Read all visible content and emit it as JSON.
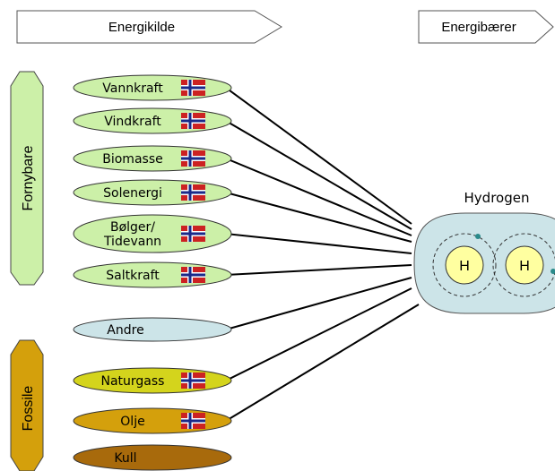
{
  "headers": {
    "left": "Energikilde",
    "right": "Energibærer"
  },
  "categories": [
    {
      "label": "Fornybare",
      "fill": "#ccf0a8"
    },
    {
      "label": "Fossile",
      "fill": "#d4a00c"
    }
  ],
  "sources": [
    {
      "lines": [
        "Vannkraft"
      ],
      "fill": "#ccf0a8",
      "flag": true,
      "connected": true
    },
    {
      "lines": [
        "Vindkraft"
      ],
      "fill": "#ccf0a8",
      "flag": true,
      "connected": true
    },
    {
      "lines": [
        "Biomasse"
      ],
      "fill": "#ccf0a8",
      "flag": true,
      "connected": true
    },
    {
      "lines": [
        "Solenergi"
      ],
      "fill": "#ccf0a8",
      "flag": true,
      "connected": true
    },
    {
      "lines": [
        "Bølger/",
        "Tidevann"
      ],
      "fill": "#ccf0a8",
      "flag": true,
      "connected": true
    },
    {
      "lines": [
        "Saltkraft"
      ],
      "fill": "#ccf0a8",
      "flag": true,
      "connected": true
    },
    {
      "lines": [
        "Andre"
      ],
      "fill": "#cce4e8",
      "flag": false,
      "connected": true
    },
    {
      "lines": [
        "Naturgass"
      ],
      "fill": "#d4d41c",
      "flag": true,
      "connected": true
    },
    {
      "lines": [
        "Olje"
      ],
      "fill": "#d4a00c",
      "flag": true,
      "connected": true
    },
    {
      "lines": [
        "Kull"
      ],
      "fill": "#a86a0c",
      "flag": false,
      "connected": false
    }
  ],
  "hydrogen": {
    "title": "Hydrogen",
    "atoms": [
      "H",
      "H"
    ],
    "molecule_fill": "#cce4e8",
    "atom_fill": "#ffffa0",
    "electron_color": "#2a8a8a"
  },
  "colors": {
    "flag_red": "#cc2222",
    "flag_blue": "#1a2a8a",
    "flag_white": "#ffffff",
    "lines": "#000000"
  }
}
